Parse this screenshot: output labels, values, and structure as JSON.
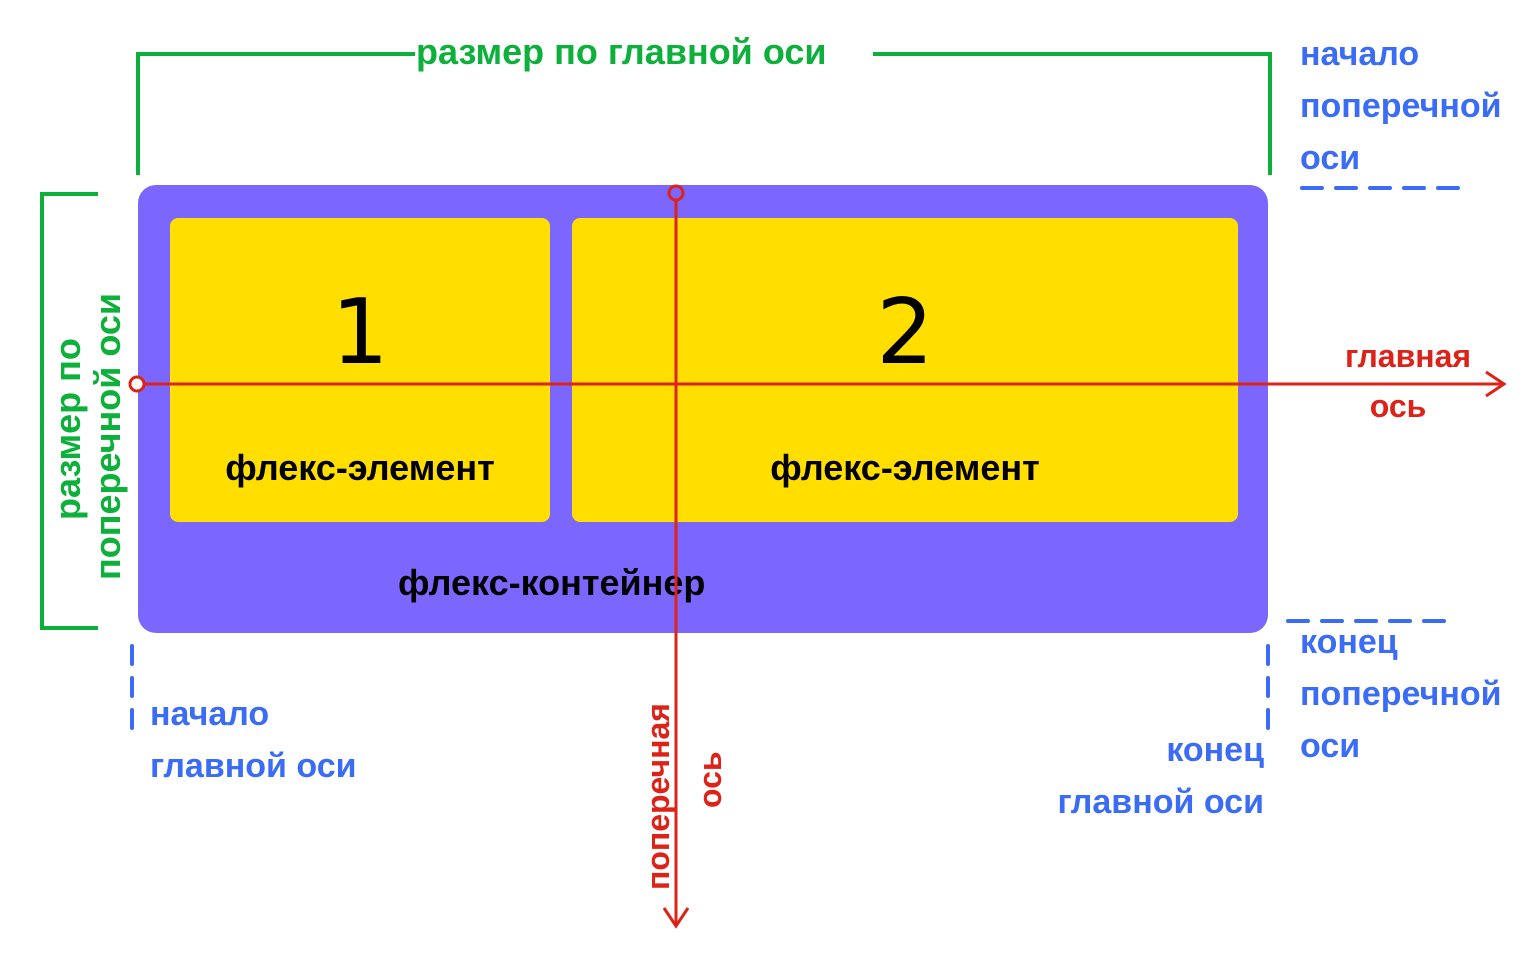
{
  "diagram": {
    "title": "Flexbox axes diagram",
    "colors": {
      "container": "#7b66fe",
      "item": "#ffde00",
      "size_annotations": "#0cb03a",
      "start_end_annotations": "#3b6cf6",
      "axes": "#dd2218",
      "item_text": "#000000"
    },
    "container": {
      "label": "флекс-контейнер"
    },
    "items": [
      {
        "number": "1",
        "label": "флекс-элемент"
      },
      {
        "number": "2",
        "label": "флекс-элемент"
      }
    ],
    "axes": {
      "main_axis": {
        "line1": "главная",
        "line2": "ось"
      },
      "cross_axis": {
        "line1": "поперечная",
        "line2": "ось"
      }
    },
    "sizes": {
      "main_size": "размер по главной оси",
      "cross_size": {
        "line1": "размер по",
        "line2": "поперечной оси"
      }
    },
    "boundaries": {
      "main_start": {
        "line1": "начало",
        "line2": "главной оси"
      },
      "main_end": {
        "line1": "конец",
        "line2": "главной оси"
      },
      "cross_start": {
        "line1": "начало",
        "line2": "поперечной",
        "line3": "оси"
      },
      "cross_end": {
        "line1": "конец",
        "line2": "поперечной",
        "line3": "оси"
      }
    }
  }
}
